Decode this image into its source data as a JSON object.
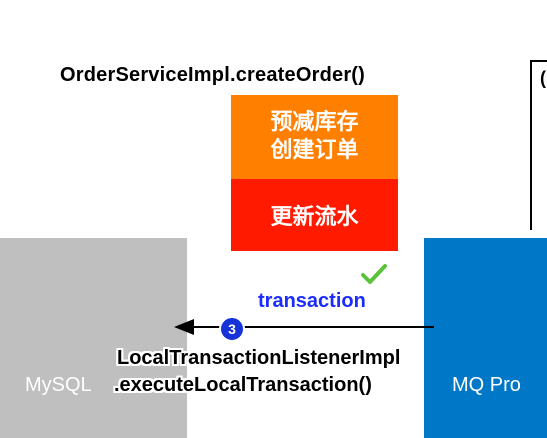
{
  "header": {
    "method_label": "OrderServiceImpl.createOrder()",
    "right_box_letter": "("
  },
  "steps": [
    {
      "text": "预减库存\n创建订单",
      "color": "#ff8000"
    },
    {
      "text": "更新流水",
      "color": "#ff1a00"
    }
  ],
  "nodes": {
    "mysql": {
      "label": "MySQL",
      "color": "#bfbfbf"
    },
    "mq": {
      "label": "MQ Pro",
      "color": "#0078c7"
    }
  },
  "flow": {
    "label": "transaction",
    "label_color": "#1a2cff",
    "step_number": "3",
    "check_icon": "check-icon",
    "listener_line1": "LocalTransactionListenerImpl",
    "listener_line2": ".executeLocalTransaction()"
  }
}
